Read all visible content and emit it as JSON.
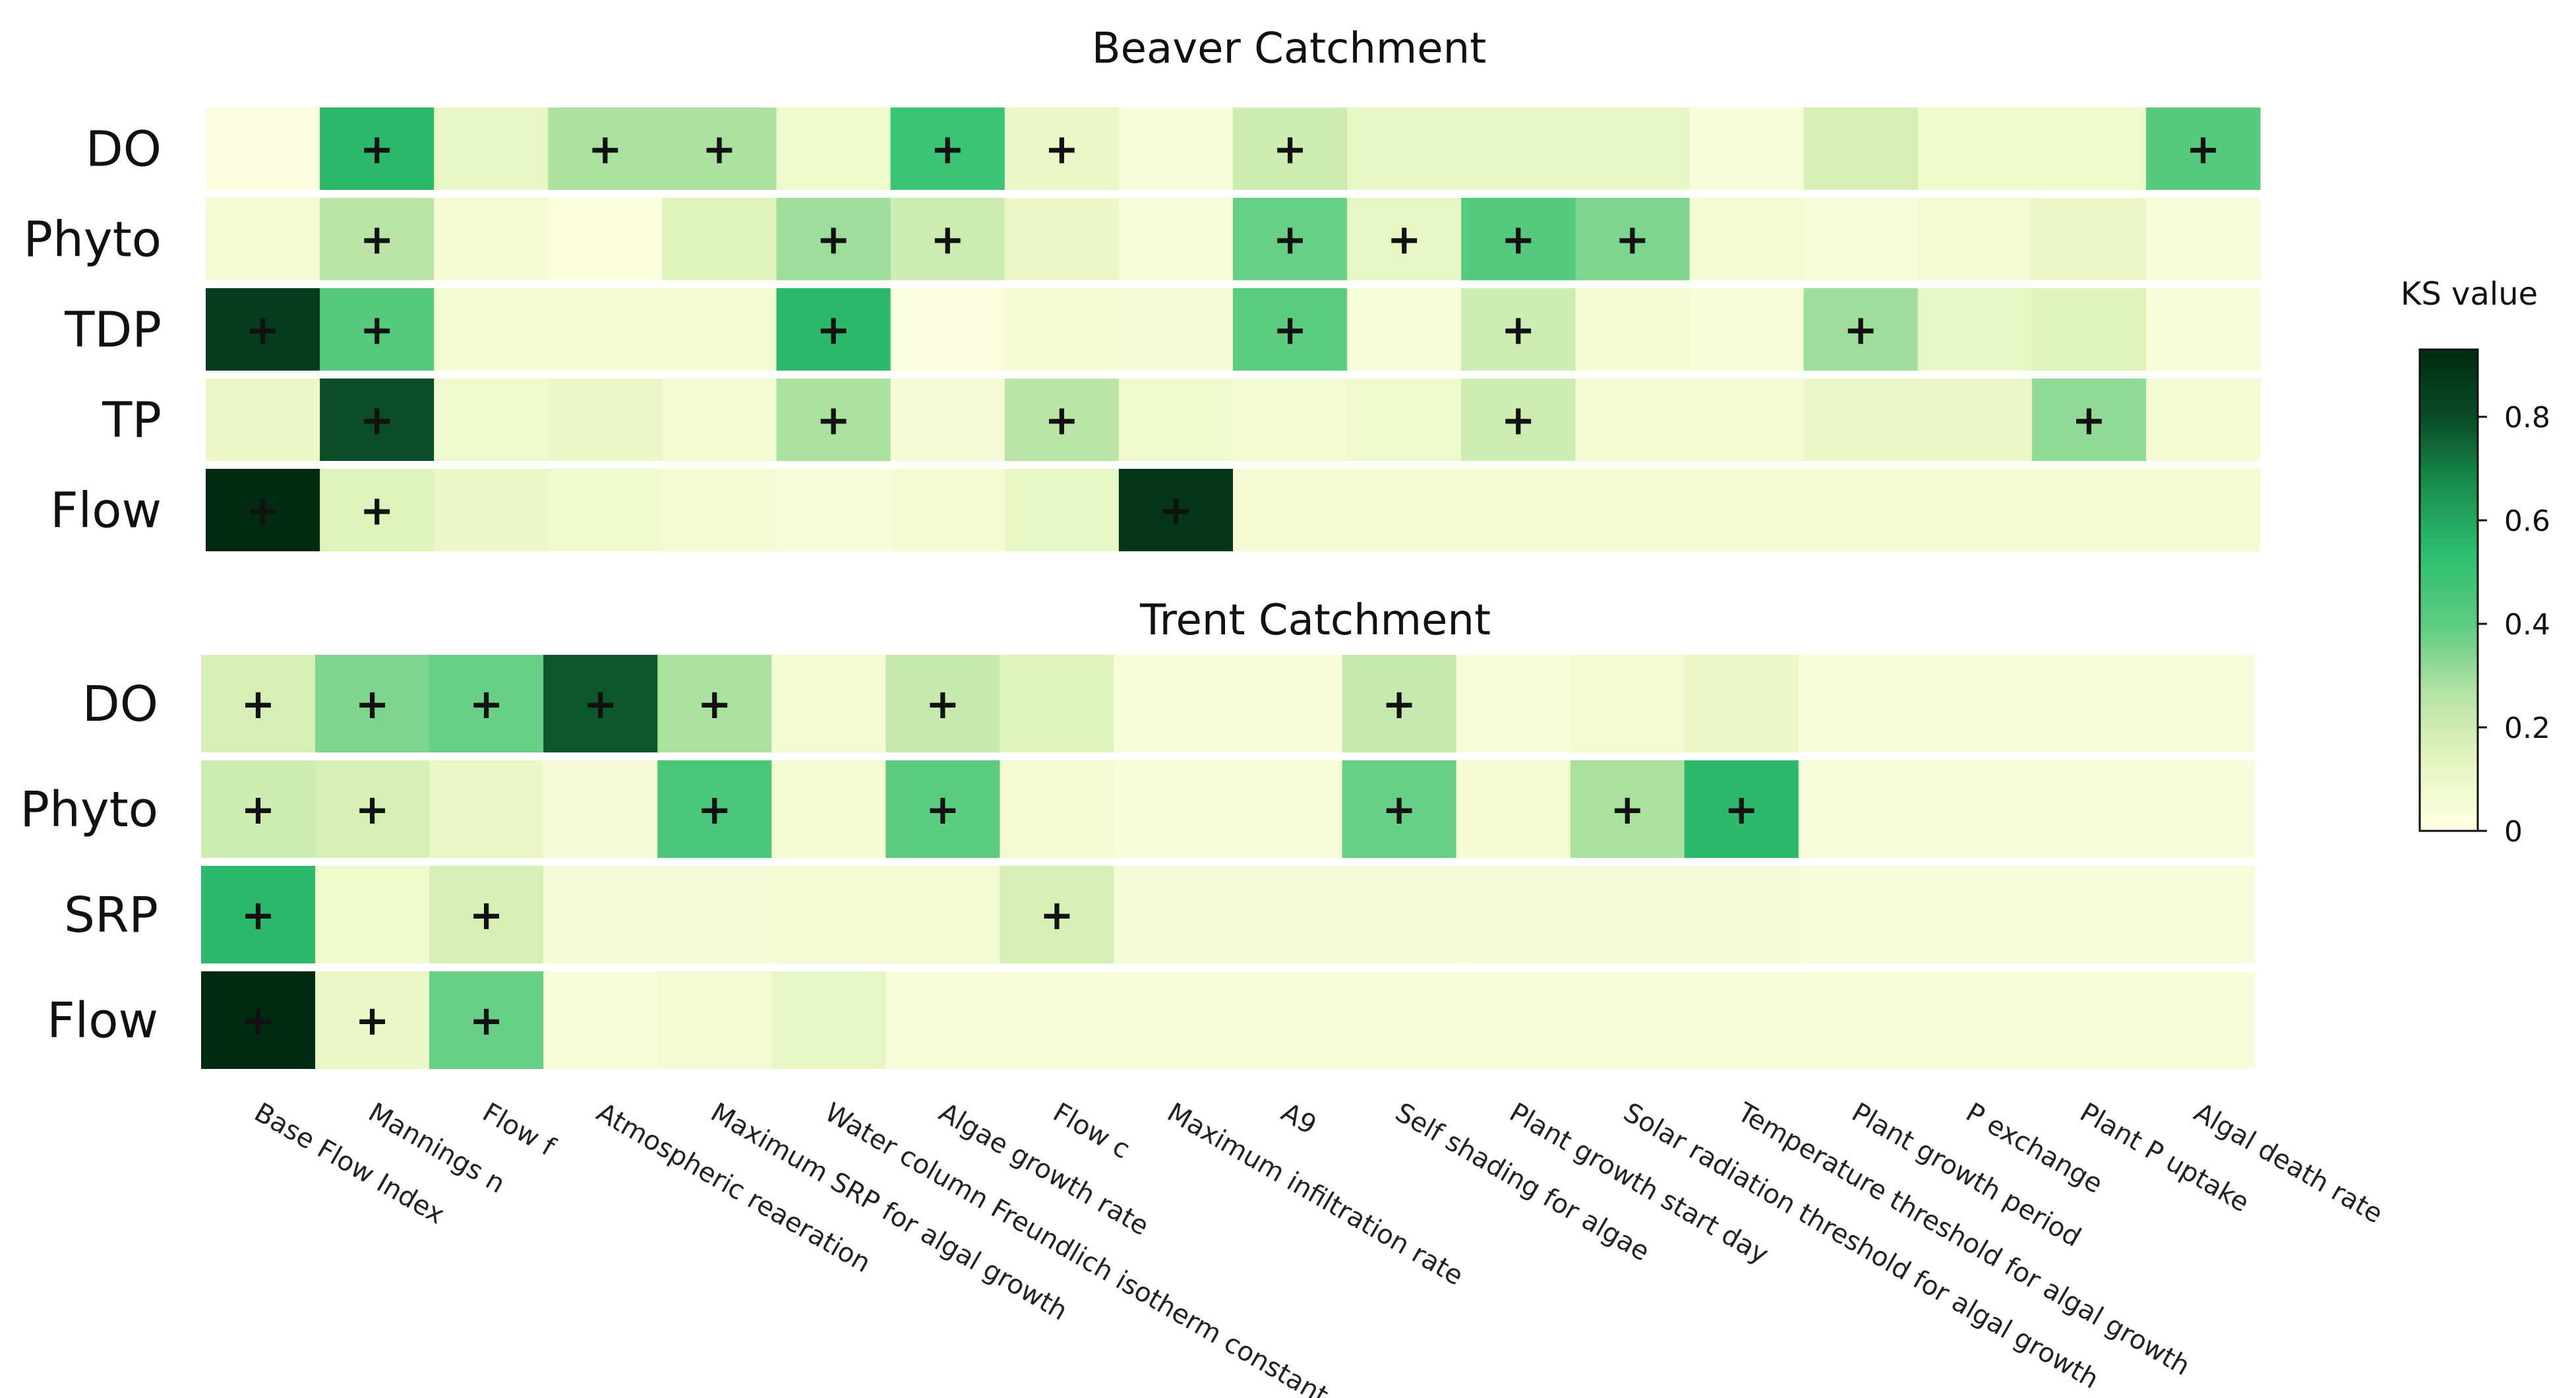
{
  "chart_data": [
    {
      "type": "heatmap",
      "title": "Beaver Catchment",
      "rows": [
        "DO",
        "Phyto",
        "TDP",
        "TP",
        "Flow"
      ],
      "columns": [
        "Base Flow Index",
        "Mannings n",
        "Flow f",
        "Atmospheric reaeration",
        "Maximum SRP for algal growth",
        "Water column Freundlich isotherm constant",
        "Algae growth rate",
        "Flow c",
        "Maximum infiltration rate",
        "A9",
        "Self shading for algae",
        "Plant growth start day",
        "Solar radiation threshold for algal  growth",
        "Temperature threshold for algal growth",
        "Plant growth period",
        "P exchange",
        "Plant P uptake",
        "Algal death rate"
      ],
      "values": [
        [
          0.02,
          0.55,
          0.12,
          0.28,
          0.28,
          0.08,
          0.5,
          0.1,
          0.04,
          0.2,
          0.12,
          0.12,
          0.12,
          0.04,
          0.18,
          0.08,
          0.08,
          0.42
        ],
        [
          0.06,
          0.25,
          0.06,
          0.03,
          0.15,
          0.3,
          0.2,
          0.1,
          0.04,
          0.38,
          0.12,
          0.42,
          0.35,
          0.06,
          0.04,
          0.06,
          0.1,
          0.04
        ],
        [
          0.86,
          0.42,
          0.06,
          0.06,
          0.06,
          0.55,
          0.02,
          0.06,
          0.05,
          0.4,
          0.04,
          0.2,
          0.06,
          0.04,
          0.3,
          0.12,
          0.15,
          0.04
        ],
        [
          0.1,
          0.8,
          0.08,
          0.1,
          0.06,
          0.28,
          0.05,
          0.25,
          0.08,
          0.06,
          0.08,
          0.2,
          0.06,
          0.06,
          0.1,
          0.1,
          0.32,
          0.06
        ],
        [
          0.93,
          0.15,
          0.1,
          0.08,
          0.06,
          0.04,
          0.06,
          0.12,
          0.88,
          0.06,
          0.06,
          0.06,
          0.06,
          0.06,
          0.06,
          0.06,
          0.06,
          0.06
        ]
      ],
      "significant": [
        [
          false,
          true,
          false,
          true,
          true,
          false,
          true,
          true,
          false,
          true,
          false,
          false,
          false,
          false,
          false,
          false,
          false,
          true
        ],
        [
          false,
          true,
          false,
          false,
          false,
          true,
          true,
          false,
          false,
          true,
          true,
          true,
          true,
          false,
          false,
          false,
          false,
          false
        ],
        [
          true,
          true,
          false,
          false,
          false,
          true,
          false,
          false,
          false,
          true,
          false,
          true,
          false,
          false,
          true,
          false,
          false,
          false
        ],
        [
          false,
          true,
          false,
          false,
          false,
          true,
          false,
          true,
          false,
          false,
          false,
          true,
          false,
          false,
          false,
          false,
          true,
          false
        ],
        [
          true,
          true,
          false,
          false,
          false,
          false,
          false,
          false,
          true,
          false,
          false,
          false,
          false,
          false,
          false,
          false,
          false,
          false
        ]
      ],
      "marker": "+"
    },
    {
      "type": "heatmap",
      "title": "Trent Catchment",
      "rows": [
        "DO",
        "Phyto",
        "SRP",
        "Flow"
      ],
      "columns": [
        "Base Flow Index",
        "Mannings n",
        "Flow f",
        "Atmospheric reaeration",
        "Maximum SRP for algal growth",
        "Water column Freundlich isotherm constant",
        "Algae growth rate",
        "Flow c",
        "Maximum infiltration rate",
        "A9",
        "Self shading for algae",
        "Plant growth start day",
        "Solar radiation threshold for algal  growth",
        "Temperature threshold for algal growth",
        "Plant growth period",
        "P exchange",
        "Plant P uptake",
        "Algal death rate"
      ],
      "values": [
        [
          0.18,
          0.35,
          0.38,
          0.78,
          0.28,
          0.06,
          0.22,
          0.15,
          0.04,
          0.04,
          0.22,
          0.04,
          0.06,
          0.1,
          0.04,
          0.04,
          0.04,
          0.04
        ],
        [
          0.2,
          0.18,
          0.1,
          0.05,
          0.45,
          0.06,
          0.4,
          0.06,
          0.04,
          0.04,
          0.38,
          0.06,
          0.28,
          0.55,
          0.04,
          0.04,
          0.04,
          0.04
        ],
        [
          0.55,
          0.08,
          0.18,
          0.05,
          0.05,
          0.06,
          0.06,
          0.18,
          0.05,
          0.05,
          0.05,
          0.05,
          0.05,
          0.05,
          0.04,
          0.04,
          0.04,
          0.04
        ],
        [
          0.95,
          0.1,
          0.38,
          0.04,
          0.06,
          0.12,
          0.04,
          0.04,
          0.04,
          0.04,
          0.04,
          0.04,
          0.04,
          0.04,
          0.04,
          0.04,
          0.04,
          0.04
        ]
      ],
      "significant": [
        [
          true,
          true,
          true,
          true,
          true,
          false,
          true,
          false,
          false,
          false,
          true,
          false,
          false,
          false,
          false,
          false,
          false,
          false
        ],
        [
          true,
          true,
          false,
          false,
          true,
          false,
          true,
          false,
          false,
          false,
          true,
          false,
          true,
          true,
          false,
          false,
          false,
          false
        ],
        [
          true,
          false,
          true,
          false,
          false,
          false,
          false,
          true,
          false,
          false,
          false,
          false,
          false,
          false,
          false,
          false,
          false,
          false
        ],
        [
          true,
          true,
          true,
          false,
          false,
          false,
          false,
          false,
          false,
          false,
          false,
          false,
          false,
          false,
          false,
          false,
          false,
          false
        ]
      ],
      "marker": "+"
    }
  ],
  "legend": {
    "title": "KS value",
    "ticks": [
      "0",
      "0.2",
      "0.4",
      "0.6",
      "0.8"
    ],
    "tick_values": [
      0,
      0.2,
      0.4,
      0.6,
      0.8
    ],
    "range": [
      0,
      0.93
    ],
    "colors": [
      "#ffffe5",
      "#e6f5bf",
      "#b5e3a3",
      "#5ccc82",
      "#2fbf71",
      "#18914d",
      "#0a4d26",
      "#002a12"
    ]
  }
}
